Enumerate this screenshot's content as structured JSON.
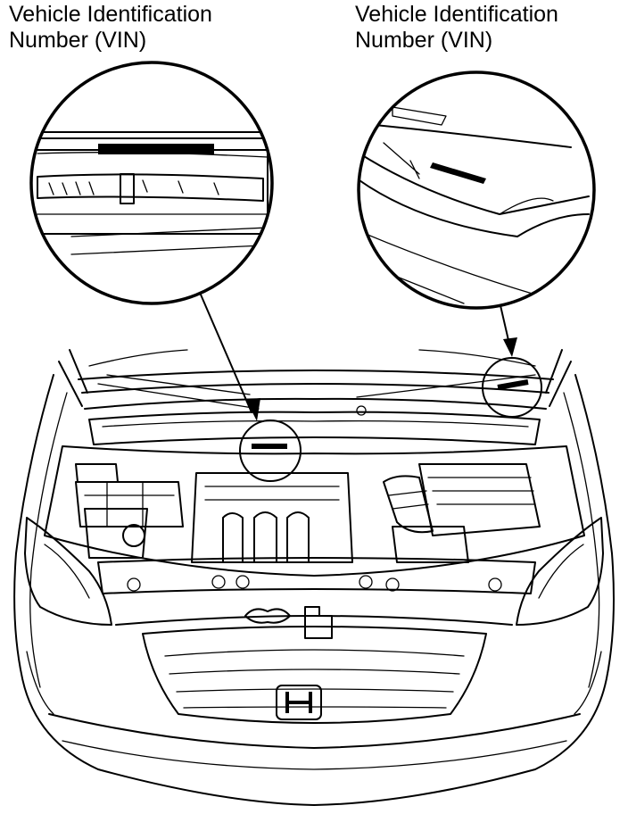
{
  "callouts": {
    "left": {
      "line1": "Vehicle Identification",
      "line2": "Number (VIN)"
    },
    "right": {
      "line1": "Vehicle Identification",
      "line2": "Number (VIN)"
    }
  },
  "badge": {
    "letter": "H"
  }
}
